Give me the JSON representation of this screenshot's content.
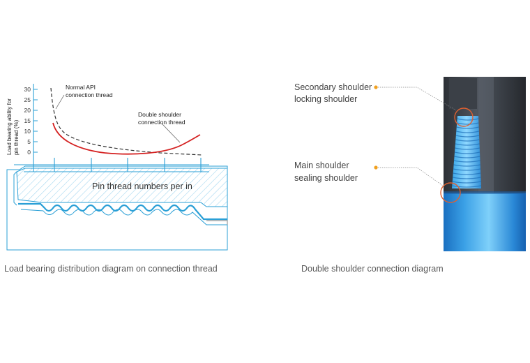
{
  "left_diagram": {
    "y_axis_label_line1": "Load bearing ability for",
    "y_axis_label_line2": "pin thread (%)",
    "y_ticks": [
      "30",
      "25",
      "20",
      "15",
      "10",
      "5",
      "0"
    ],
    "normal_label_line1": "Normal API",
    "normal_label_line2": "connection thread",
    "double_label_line1": "Double shoulder",
    "double_label_line2": "connection thread",
    "band_label": "Pin thread numbers per in",
    "caption": "Load bearing distribution diagram on connection thread"
  },
  "right_diagram": {
    "secondary_line1": "Secondary shoulder",
    "secondary_line2": "locking shoulder",
    "main_line1": "Main shoulder",
    "main_line2": "sealing shoulder",
    "caption": "Double shoulder connection diagram"
  },
  "colors": {
    "blue": "#2a9fd6",
    "red": "#d42020",
    "orange": "#f0a020",
    "leader_orange": "#e06030"
  }
}
